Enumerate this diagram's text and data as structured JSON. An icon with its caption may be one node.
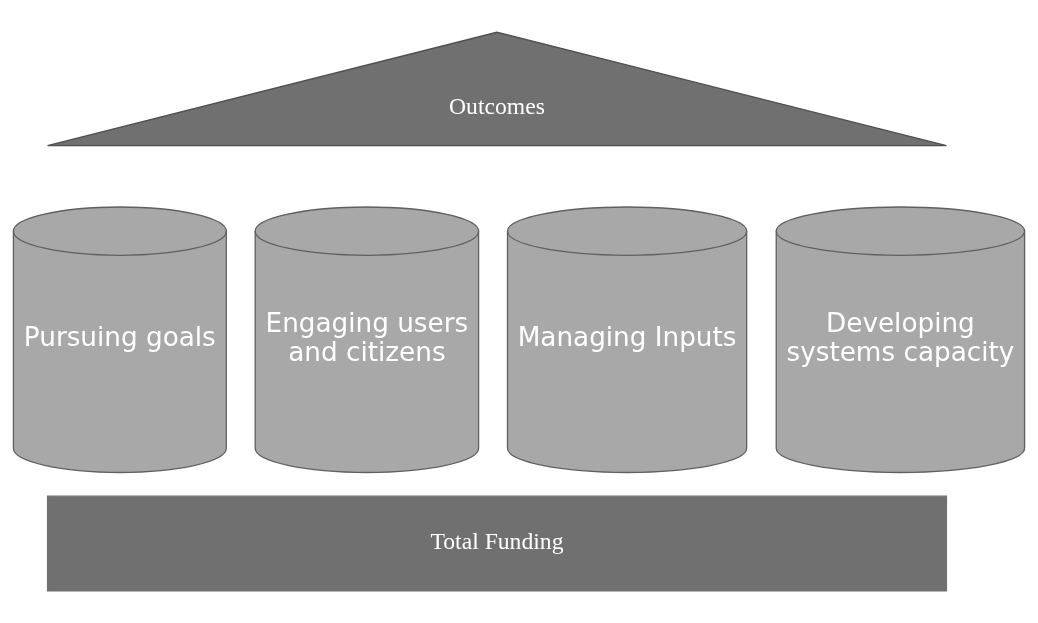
{
  "diagram": {
    "nodes": [
      {
        "text": [
          "Outcomes"
        ]
      },
      {
        "text": [
          "Pursuing goals"
        ]
      },
      {
        "text": [
          "Engaging users and citizens"
        ]
      },
      {
        "text": [
          "Managing Inputs"
        ]
      },
      {
        "text": [
          "Developing systems capacity"
        ]
      },
      {
        "text": [
          "Total Funding"
        ]
      }
    ]
  }
}
